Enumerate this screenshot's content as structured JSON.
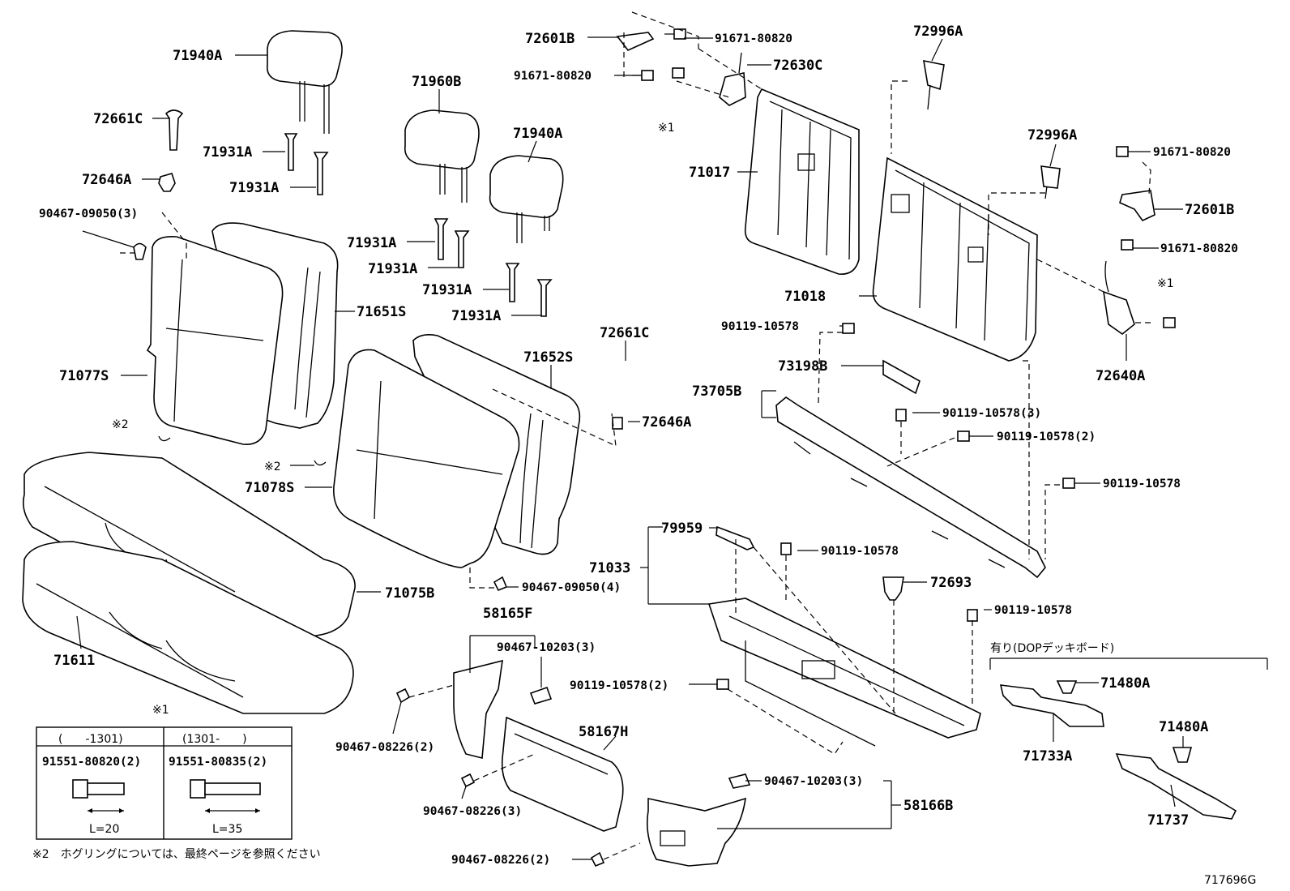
{
  "diagram_code": "717696G",
  "labels": {
    "p71940A_1": "71940A",
    "p72661C_1": "72661C",
    "p71931A_1": "71931A",
    "p71931A_2": "71931A",
    "p72646A_1": "72646A",
    "p90467_09050_3": "90467-09050(3)",
    "p71960B": "71960B",
    "p71940A_2": "71940A",
    "p71931A_3": "71931A",
    "p71931A_4": "71931A",
    "p71931A_5": "71931A",
    "p71931A_6": "71931A",
    "p71651S": "71651S",
    "p71077S": "71077S",
    "note2_a": "※2",
    "note2_b": "※2",
    "p71078S": "71078S",
    "p71652S": "71652S",
    "p72661C_2": "72661C",
    "p72646A_2": "72646A",
    "p71075B": "71075B",
    "p71611": "71611",
    "p90467_09050_4": "90467-09050(4)",
    "p72601B_1": "72601B",
    "p91671_80820_1": "91671-80820",
    "p91671_80820_2": "91671-80820",
    "p72630C": "72630C",
    "note1_a": "※1",
    "p71017": "71017",
    "p72996A_1": "72996A",
    "p72996A_2": "72996A",
    "p91671_80820_3": "91671-80820",
    "p72601B_2": "72601B",
    "p91671_80820_4": "91671-80820",
    "note1_b": "※1",
    "p71018": "71018",
    "p72640A": "72640A",
    "p90119_10578_1": "90119-10578",
    "p73198B": "73198B",
    "p73705B": "73705B",
    "p90119_10578_3": "90119-10578(3)",
    "p90119_10578_2": "90119-10578(2)",
    "p90119_10578_4": "90119-10578",
    "p79959": "79959",
    "p71033": "71033",
    "p90119_10578_5": "90119-10578",
    "p72693": "72693",
    "p90119_10578_6": "90119-10578",
    "p58165F": "58165F",
    "p90467_10203_3a": "90467-10203(3)",
    "p90119_10578_2b": "90119-10578(2)",
    "p90467_08226_2a": "90467-08226(2)",
    "p58167H": "58167H",
    "p90467_08226_3": "90467-08226(3)",
    "p90467_10203_3b": "90467-10203(3)",
    "p58166B": "58166B",
    "p90467_08226_2b": "90467-08226(2)",
    "dop_header": "有り(DOPデッキボード)",
    "p71480A_1": "71480A",
    "p71733A": "71733A",
    "p71480A_2": "71480A",
    "p71737": "71737"
  },
  "legend_box": {
    "title": "※1",
    "col1_range": "(　　-1301)",
    "col2_range": "(1301-　　)",
    "col1_part": "91551-80820(2)",
    "col2_part": "91551-80835(2)",
    "col1_length": "L=20",
    "col2_length": "L=35"
  },
  "footnote": "※2　ホグリングについては、最終ページを参照ください"
}
